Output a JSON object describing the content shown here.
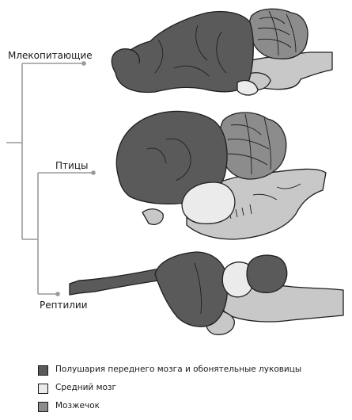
{
  "clade_labels": {
    "mammals": "Млекопитающие",
    "birds": "Птицы",
    "reptiles": "Рептилии"
  },
  "legend": [
    {
      "label": "Полушария переднего мозга и обонятельные луковицы",
      "color": "#5a5a5a"
    },
    {
      "label": "Средний мозг",
      "color": "#ebebeb"
    },
    {
      "label": "Мозжечок",
      "color": "#8c8c8c"
    }
  ],
  "colors": {
    "forebrain": "#5a5a5a",
    "midbrain": "#ebebeb",
    "cerebellum": "#8c8c8c",
    "brainstem": "#c8c8c8",
    "tree_line": "#999999",
    "outline": "#1f1f1f"
  }
}
